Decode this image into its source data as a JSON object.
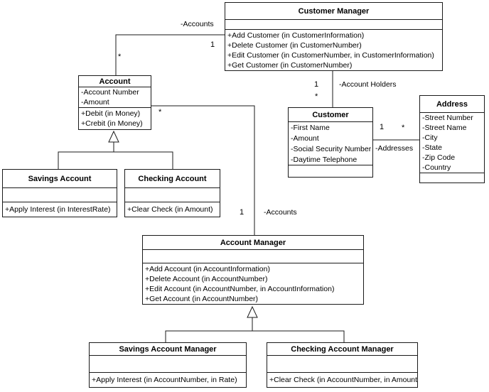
{
  "diagram": {
    "ink_color": "#1a1a1a",
    "background_color": "#ffffff",
    "classes": {
      "customer_manager": {
        "name": "Customer Manager",
        "attributes": [],
        "operations": [
          "+Add Customer (in CustomerInformation)",
          "+Delete Customer (in CustomerNumber)",
          "+Edit Customer (in CustomerNumber, in CustomerInformation)",
          "+Get Customer (in CustomerNumber)"
        ]
      },
      "account": {
        "name": "Account",
        "attributes": [
          "-Account Number",
          "-Amount"
        ],
        "operations": [
          "+Debit (in Money)",
          "+Crebit (in Money)"
        ]
      },
      "customer": {
        "name": "Customer",
        "attributes": [
          "-First Name",
          "-Amount",
          "-Social Security Number",
          "-Daytime Telephone"
        ],
        "operations": []
      },
      "address": {
        "name": "Address",
        "attributes": [
          "-Street Number",
          "-Street Name",
          "-City",
          "-State",
          "-Zip Code",
          "-Country"
        ],
        "operations": []
      },
      "savings_account": {
        "name": "Savings Account",
        "attributes": [],
        "operations": [
          "+Apply Interest (in InterestRate)"
        ]
      },
      "checking_account": {
        "name": "Checking Account",
        "attributes": [],
        "operations": [
          "+Clear Check (in Amount)"
        ]
      },
      "account_manager": {
        "name": "Account Manager",
        "attributes": [],
        "operations": [
          "+Add Account (in AccountInformation)",
          "+Delete Account (in AccountNumber)",
          "+Edit Account (in AccountNumber, in AccountInformation)",
          "+Get Account (in AccountNumber)"
        ]
      },
      "savings_account_manager": {
        "name": "Savings Account Manager",
        "attributes": [],
        "operations": [
          "+Apply Interest (in AccountNumber, in Rate)"
        ]
      },
      "checking_account_manager": {
        "name": "Checking Account Manager",
        "attributes": [],
        "operations": [
          "+Clear Check (in AccountNumber, in Amount)"
        ]
      }
    },
    "labels": {
      "cm_account_role": "-Accounts",
      "cm_account_mult_manager": "1",
      "cm_account_mult_account": "*",
      "cm_customer_mult_manager": "1",
      "cm_customer_mult_customer": "*",
      "cm_customer_role": "-Account Holders",
      "customer_address_mult_customer": "1",
      "customer_address_mult_address": "*",
      "customer_address_role": "-Addresses",
      "account_am_mult_account": "*",
      "account_am_mult_manager": "1",
      "account_am_role": "-Accounts"
    }
  }
}
